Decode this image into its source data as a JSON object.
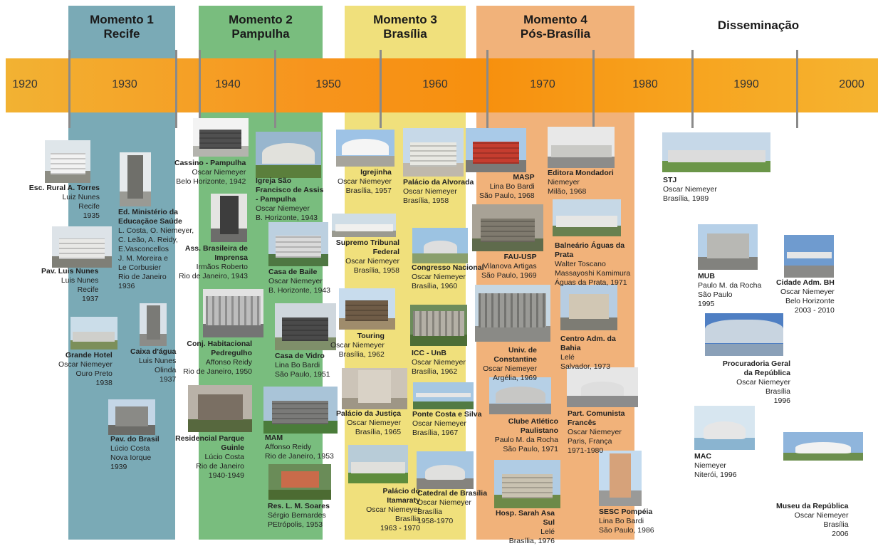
{
  "moments": [
    {
      "title": "Momento 1",
      "subtitle": "Recife",
      "color": "#7aaab6"
    },
    {
      "title": "Momento 2",
      "subtitle": "Pampulha",
      "color": "#79bd7e"
    },
    {
      "title": "Momento 3",
      "subtitle": "Brasília",
      "color": "#f0e07c"
    },
    {
      "title": "Momento 4",
      "subtitle": "Pós-Brasília",
      "color": "#f1b27a"
    },
    {
      "title": "Disseminação",
      "subtitle": ""
    }
  ],
  "years": [
    "1920",
    "1930",
    "1940",
    "1950",
    "1960",
    "1970",
    "1980",
    "1990",
    "2000"
  ],
  "works": [
    {
      "title": "Esc. Rural A. Torres",
      "details": [
        "Luiz Nunes",
        "Recife",
        "1935"
      ]
    },
    {
      "title": "Ed. Ministério da Educaçãoe Saúde",
      "details": [
        "L. Costa, O. Niemeyer,",
        "C. Leão, A. Reidy,",
        "E.Vasconcellos",
        "J. M. Moreira e",
        "Le Corbusier",
        "Rio de Janeiro",
        "1936"
      ]
    },
    {
      "title": "Pav. Luis Nunes",
      "details": [
        "Luis Nunes",
        "Recife",
        "1937"
      ]
    },
    {
      "title": "Grande Hotel",
      "details": [
        "Oscar Niemeyer",
        "Ouro Preto",
        "1938"
      ]
    },
    {
      "title": "Caixa d'água",
      "details": [
        "Luis Nunes",
        "Olinda",
        "1937"
      ]
    },
    {
      "title": "Pav. do Brasil",
      "details": [
        "Lúcio Costa",
        "Nova Iorque",
        "1939"
      ]
    },
    {
      "title": "Cassino - Pampulha",
      "details": [
        "Oscar Niemeyer",
        "Belo Horizonte, 1942"
      ]
    },
    {
      "title": "Igreja São Francisco de Assis - Pampulha",
      "details": [
        "Oscar Niemeyer",
        "B. Horizonte, 1943"
      ]
    },
    {
      "title": "Ass. Brasileira de Imprensa",
      "details": [
        "Irmãos Roberto",
        "Rio de Janeiro, 1943"
      ]
    },
    {
      "title": "Casa de Baile",
      "details": [
        "Oscar Niemeyer",
        "B. Horizonte, 1943"
      ]
    },
    {
      "title": "Conj. Habitacional Pedregulho",
      "details": [
        "Affonso Reidy",
        "Rio de Janeiro, 1950"
      ]
    },
    {
      "title": "Casa de Vidro",
      "details": [
        "Lina Bo Bardi",
        "São Paulo, 1951"
      ]
    },
    {
      "title": "Residencial Parque Guinle",
      "details": [
        "Lúcio Costa",
        "Rio de Janeiro",
        "1940-1949"
      ]
    },
    {
      "title": "MAM",
      "details": [
        "Affonso Reidy",
        "Rio de Janeiro, 1953"
      ]
    },
    {
      "title": "Res. L. M. Soares",
      "details": [
        "Sérgio Bernardes",
        "PEtrópolis, 1953"
      ]
    },
    {
      "title": "Igrejinha",
      "details": [
        "Oscar Niemeyer",
        "Brasília, 1957"
      ]
    },
    {
      "title": "Palácio da Alvorada",
      "details": [
        "Oscar Niemeyer",
        "Brasília, 1958"
      ]
    },
    {
      "title": "Supremo Tribunal Federal",
      "details": [
        "Oscar Niemeyer",
        "Brasília, 1958"
      ]
    },
    {
      "title": "Congresso Nacional",
      "details": [
        "Oscar Niemeyer",
        "Brasília, 1960"
      ]
    },
    {
      "title": "Touring",
      "details": [
        "Oscar Niemeyer",
        "Brasília, 1962"
      ]
    },
    {
      "title": "ICC - UnB",
      "details": [
        "Oscar Niemeyer",
        "Brasília, 1962"
      ]
    },
    {
      "title": "Palácio da Justiça",
      "details": [
        "Oscar Niemeyer",
        "Brasília, 1965"
      ]
    },
    {
      "title": "Ponte Costa e Silva",
      "details": [
        "Oscar Niemeyer",
        "Brasília, 1967"
      ]
    },
    {
      "title": "Palácio do Itamaraty",
      "details": [
        "Oscar Niemeyer",
        "Brasília",
        "1963 - 1970"
      ]
    },
    {
      "title": "Catedral de Brasília",
      "details": [
        "Oscar Niemeyer",
        "Brasília",
        "1958-1970"
      ]
    },
    {
      "title": "MASP",
      "details": [
        "Lina Bo Bardi",
        "São Paulo, 1968"
      ]
    },
    {
      "title": "Editora Mondadori",
      "details": [
        "Niemeyer",
        "Milão, 1968"
      ]
    },
    {
      "title": "FAU-USP",
      "details": [
        "Vilanova Artigas",
        "São Paulo, 1969"
      ]
    },
    {
      "title": "Balneário Águas da Prata",
      "details": [
        "Walter Toscano",
        "Massayoshi Kamimura",
        "Águas da Prata, 1971"
      ]
    },
    {
      "title": "Univ. de Constantine",
      "details": [
        "Oscar Niemeyer",
        "Argélia, 1969"
      ]
    },
    {
      "title": "Centro Adm. da Bahia",
      "details": [
        "Lelé",
        "Salvador, 1973"
      ]
    },
    {
      "title": "Clube Atlético Paulistano",
      "details": [
        "Paulo M. da Rocha",
        "São Paulo, 1971"
      ]
    },
    {
      "title": "Part. Comunista Francês",
      "details": [
        "Oscar Niemeyer",
        "Paris, França",
        "1971-1980"
      ]
    },
    {
      "title": "Hosp. Sarah Asa Sul",
      "details": [
        "Lelé",
        "Brasília, 1976"
      ]
    },
    {
      "title": "SESC Pompéia",
      "details": [
        "Lina Bo Bardi",
        "São Paulo, 1986"
      ]
    },
    {
      "title": "STJ",
      "details": [
        "Oscar Niemeyer",
        "Brasília, 1989"
      ]
    },
    {
      "title": "MUB",
      "details": [
        "Paulo M. da Rocha",
        "São Paulo",
        "1995"
      ]
    },
    {
      "title": "Cidade Adm. BH",
      "details": [
        "Oscar Niemeyer",
        "Belo Horizonte",
        "2003 - 2010"
      ]
    },
    {
      "title": "Procuradoria Geral da República",
      "details": [
        "Oscar Niemeyer",
        "Brasília",
        "1996"
      ]
    },
    {
      "title": "MAC",
      "details": [
        "Niemeyer",
        "Niterói, 1996"
      ]
    },
    {
      "title": "Museu da República",
      "details": [
        "Oscar Niemeyer",
        "Brasília",
        "2006"
      ]
    }
  ]
}
